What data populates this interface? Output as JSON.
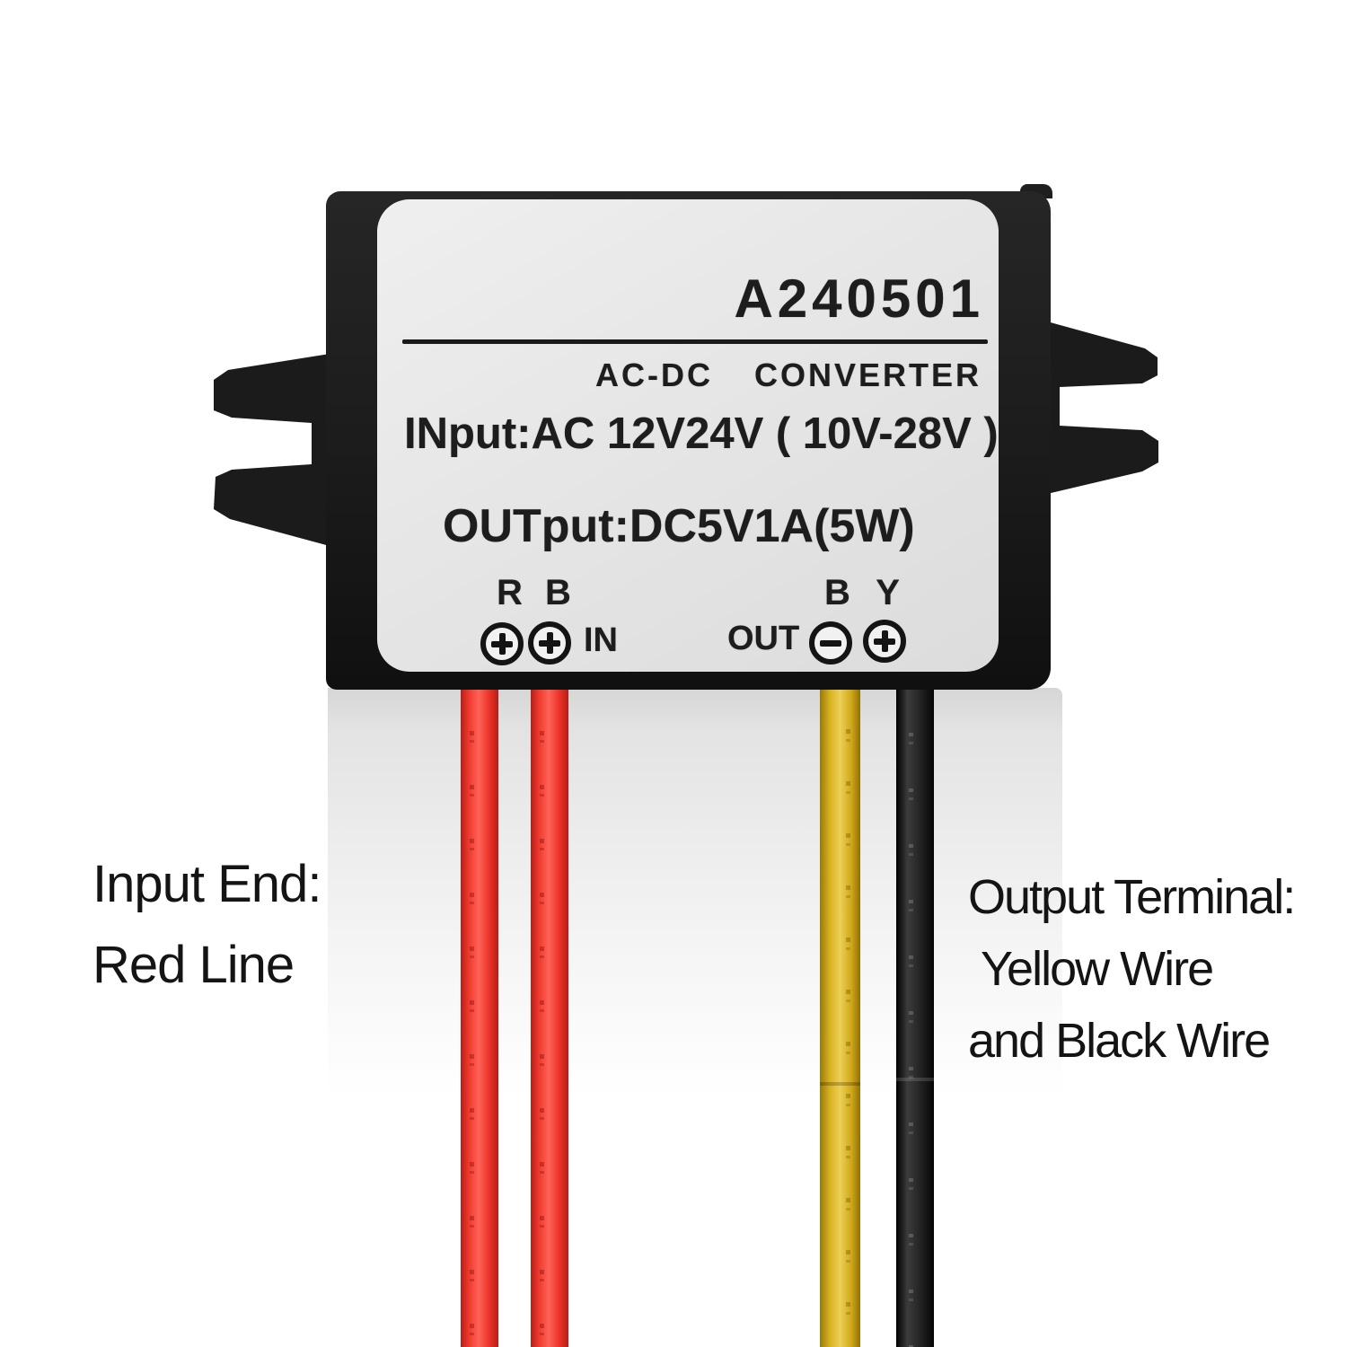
{
  "device": {
    "model": "A240501",
    "type_words": [
      "AC-DC",
      "CONVERTER"
    ],
    "input_spec": "INput:AC 12V24V ( 10V-28V )",
    "output_spec": "OUTput:DC5V1A(5W)",
    "in_wire_letters": "R B",
    "out_wire_letters": "B Y",
    "in_label": "IN",
    "out_label": "OUT",
    "in_screws": [
      "plus",
      "plus"
    ],
    "out_screws": [
      "minus",
      "plus"
    ]
  },
  "annotations": {
    "input": {
      "line1": "Input End:",
      "line2": "Red Line"
    },
    "output": {
      "line1": "Output Terminal:",
      "line2": "Yellow Wire",
      "line3": "and Black Wire"
    }
  },
  "wires": {
    "input": [
      "red",
      "red"
    ],
    "output": [
      "yellow",
      "black"
    ]
  },
  "colors": {
    "module_body": "#1e1e1e",
    "label_bg": "#e4e4e4",
    "label_text": "#1d1d1d",
    "annotation_text": "#141414",
    "red_wire": "#ee352b",
    "yellow_wire": "#d9b222",
    "black_wire": "#1c1c1c",
    "shadow_band": "#d6d6d6",
    "background": "#ffffff"
  }
}
